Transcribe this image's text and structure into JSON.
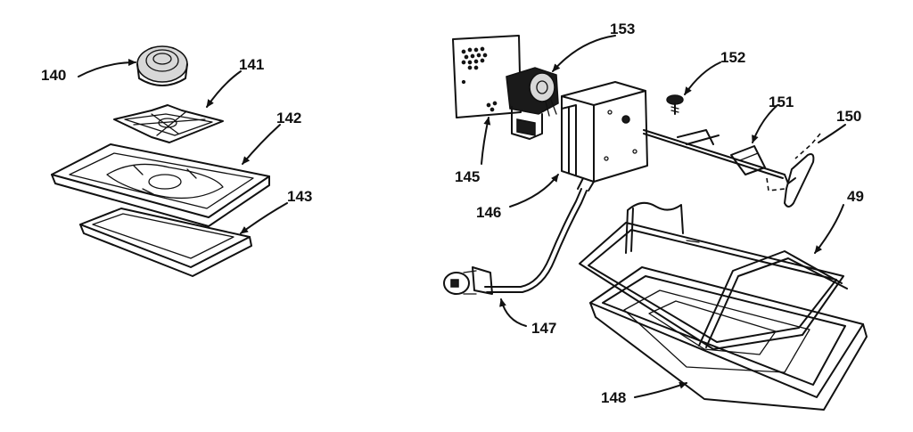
{
  "labels": {
    "p140": "140",
    "p141": "141",
    "p142": "142",
    "p143": "143",
    "p145": "145",
    "p146": "146",
    "p147": "147",
    "p148": "148",
    "p149": "49",
    "p150": "150",
    "p151": "151",
    "p152": "152",
    "p153": "153"
  }
}
